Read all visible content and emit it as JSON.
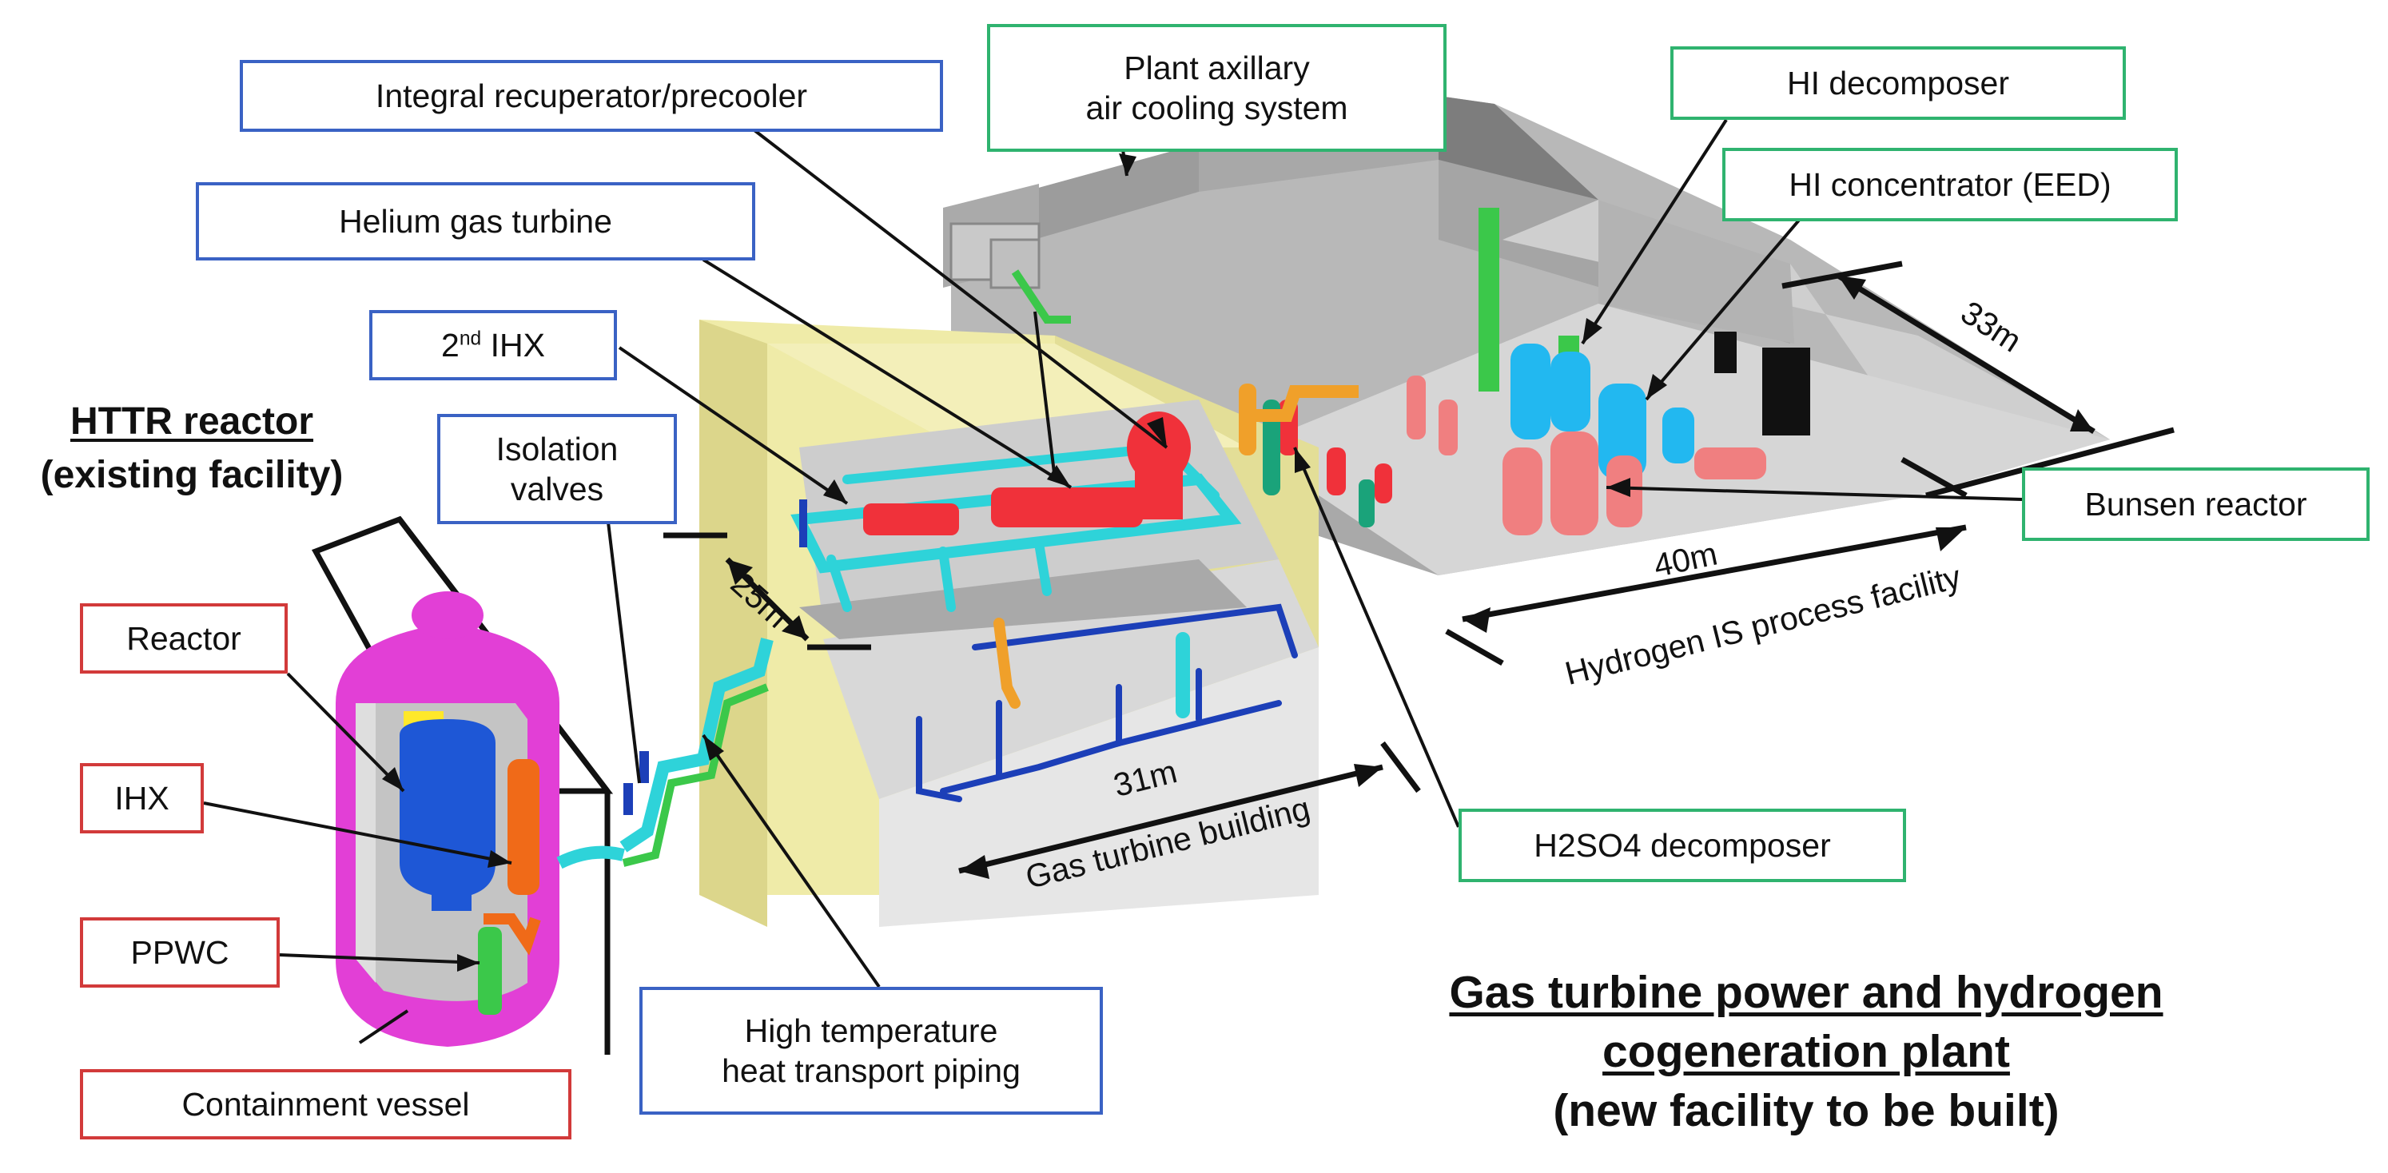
{
  "labels": {
    "recuperator": "Integral recuperator/precooler",
    "plant_cooling_line1": "Plant axillary",
    "plant_cooling_line2": "air cooling system",
    "hi_decomposer": "HI decomposer",
    "hi_concentrator": "HI concentrator (EED)",
    "helium_turbine": "Helium gas turbine",
    "ihx2_prefix": "2",
    "ihx2_sup": "nd",
    "ihx2_suffix": " IHX",
    "isolation_line1": "Isolation",
    "isolation_line2": "valves",
    "bunsen": "Bunsen reactor",
    "reactor": "Reactor",
    "ihx": "IHX",
    "ppwc": "PPWC",
    "containment": "Containment vessel",
    "h2so4": "H2SO4 decomposer",
    "piping_line1": "High temperature",
    "piping_line2": "heat transport piping"
  },
  "headings": {
    "httr_title": "HTTR reactor",
    "httr_sub": "(existing facility)",
    "plant_line1": "Gas turbine power and hydrogen",
    "plant_line2": "cogeneration plant",
    "plant_line3": "(new facility to be built)"
  },
  "dimensions": {
    "d33": "33m",
    "d40": "40m",
    "process_facility": "Hydrogen IS process facility",
    "d25": "25m",
    "d31": "31m",
    "gt_building": "Gas turbine building"
  },
  "colors": {
    "callout_blue": "#3a62c4",
    "callout_green": "#2fb36f",
    "callout_red": "#d23a3a",
    "vessel_magenta": "#e23fd6",
    "building_yellow": "#efeba8",
    "hall_gray": "#c8c8c8",
    "pipe_cyan": "#2ed3d9",
    "equip_red": "#f0313a",
    "tank_pink": "#f07f80",
    "tank_cyan": "#22b8f0",
    "tank_green": "#3bc84a"
  }
}
